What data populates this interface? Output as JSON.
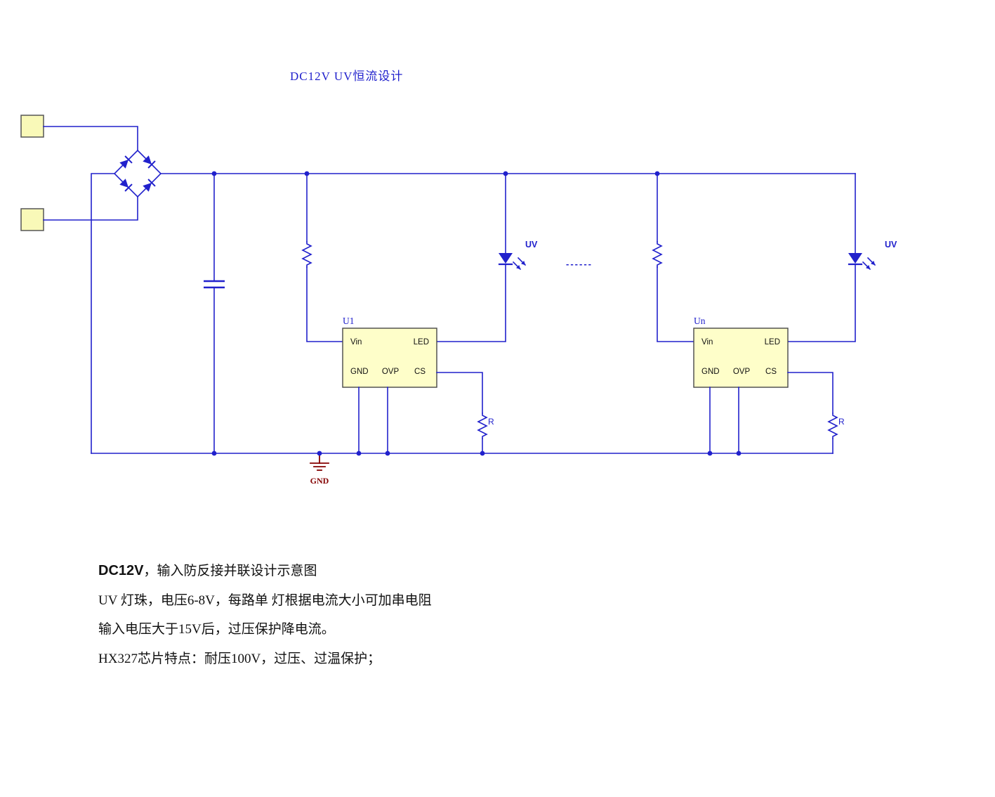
{
  "title": "DC12V UV恒流设计",
  "schematic": {
    "ic1_ref": "U1",
    "ic2_ref": "Un",
    "pin_labels": {
      "vin": "Vin",
      "led": "LED",
      "gnd": "GND",
      "ovp": "OVP",
      "cs": "CS"
    },
    "led1_label": "UV",
    "led2_label": "UV",
    "r1_label": "R",
    "r2_label": "R",
    "gnd_net_label": "GND",
    "continuation_dashes": "------"
  },
  "notes": {
    "line1_bold": "DC12V",
    "line1_rest": "，输入防反接并联设计示意图",
    "line2": "UV 灯珠，电压6-8V，每路单 灯根据电流大小可加串电阻",
    "line3": "输入电压大于15V后，过压保护降电流。",
    "line4": "HX327芯片特点：耐压100V，过压、过温保护；"
  },
  "colors": {
    "wire": "#2121cc",
    "ground": "#840000",
    "ic_fill": "#fefec9",
    "terminal_fill": "#f9f9b8",
    "text": "#111111"
  }
}
